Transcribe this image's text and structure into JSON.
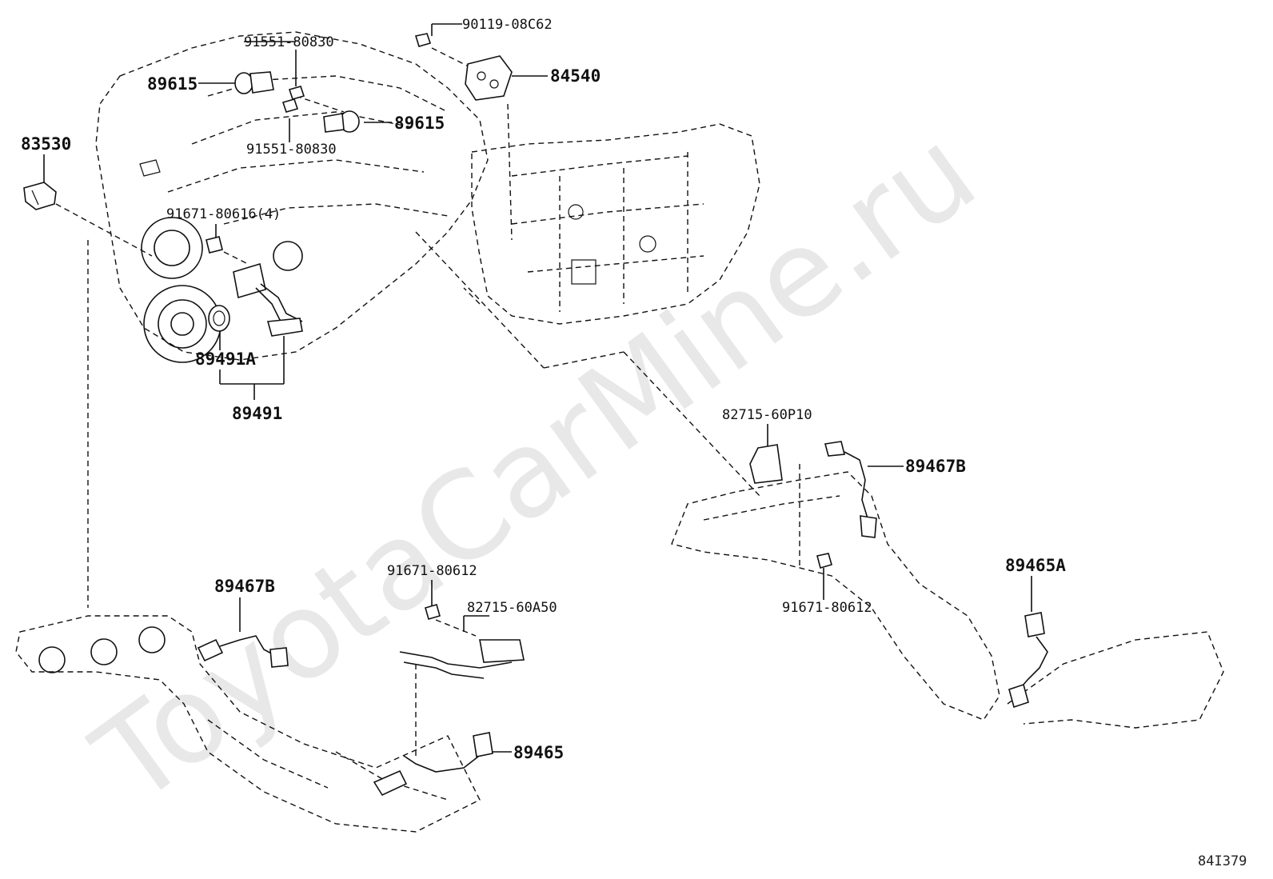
{
  "diagram": {
    "watermark": "ToyotaCarMine.ru",
    "figure_id": "84I379",
    "labels": {
      "p83530": "83530",
      "p89615_a": "89615",
      "p91551_80830_a": "91551-80830",
      "p90119_08C62": "90119-08C62",
      "p84540": "84540",
      "p89615_b": "89615",
      "p91551_80830_b": "91551-80830",
      "p91671_80616": "91671-80616(4)",
      "p89491A": "89491A",
      "p89491": "89491",
      "p82715_60P10": "82715-60P10",
      "p89467B_right": "89467B",
      "p91671_80612_right": "91671-80612",
      "p89465A": "89465A",
      "p89467B_left": "89467B",
      "p91671_80612_left": "91671-80612",
      "p82715_60A50": "82715-60A50",
      "p89465": "89465"
    }
  }
}
